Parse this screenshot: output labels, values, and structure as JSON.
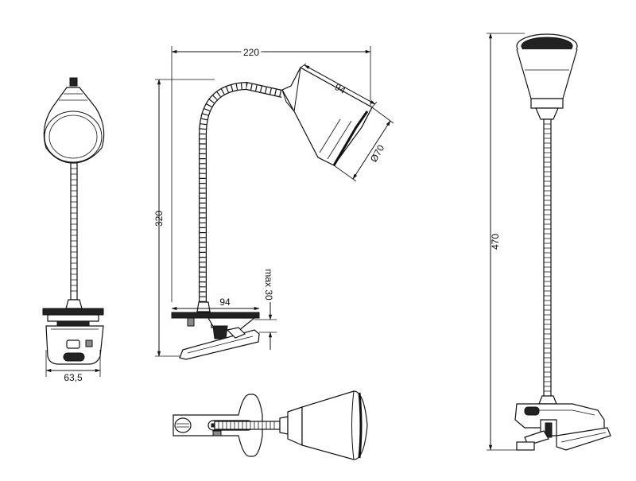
{
  "dimensions": {
    "width_total": "220",
    "height_side": "320",
    "shade_length": "94",
    "shade_diameter": "Ø70",
    "clamp_max": "max 30",
    "clamp_width": "94",
    "base_width": "63,5",
    "height_total": "470"
  },
  "colors": {
    "line": "#111111",
    "background": "#ffffff"
  }
}
